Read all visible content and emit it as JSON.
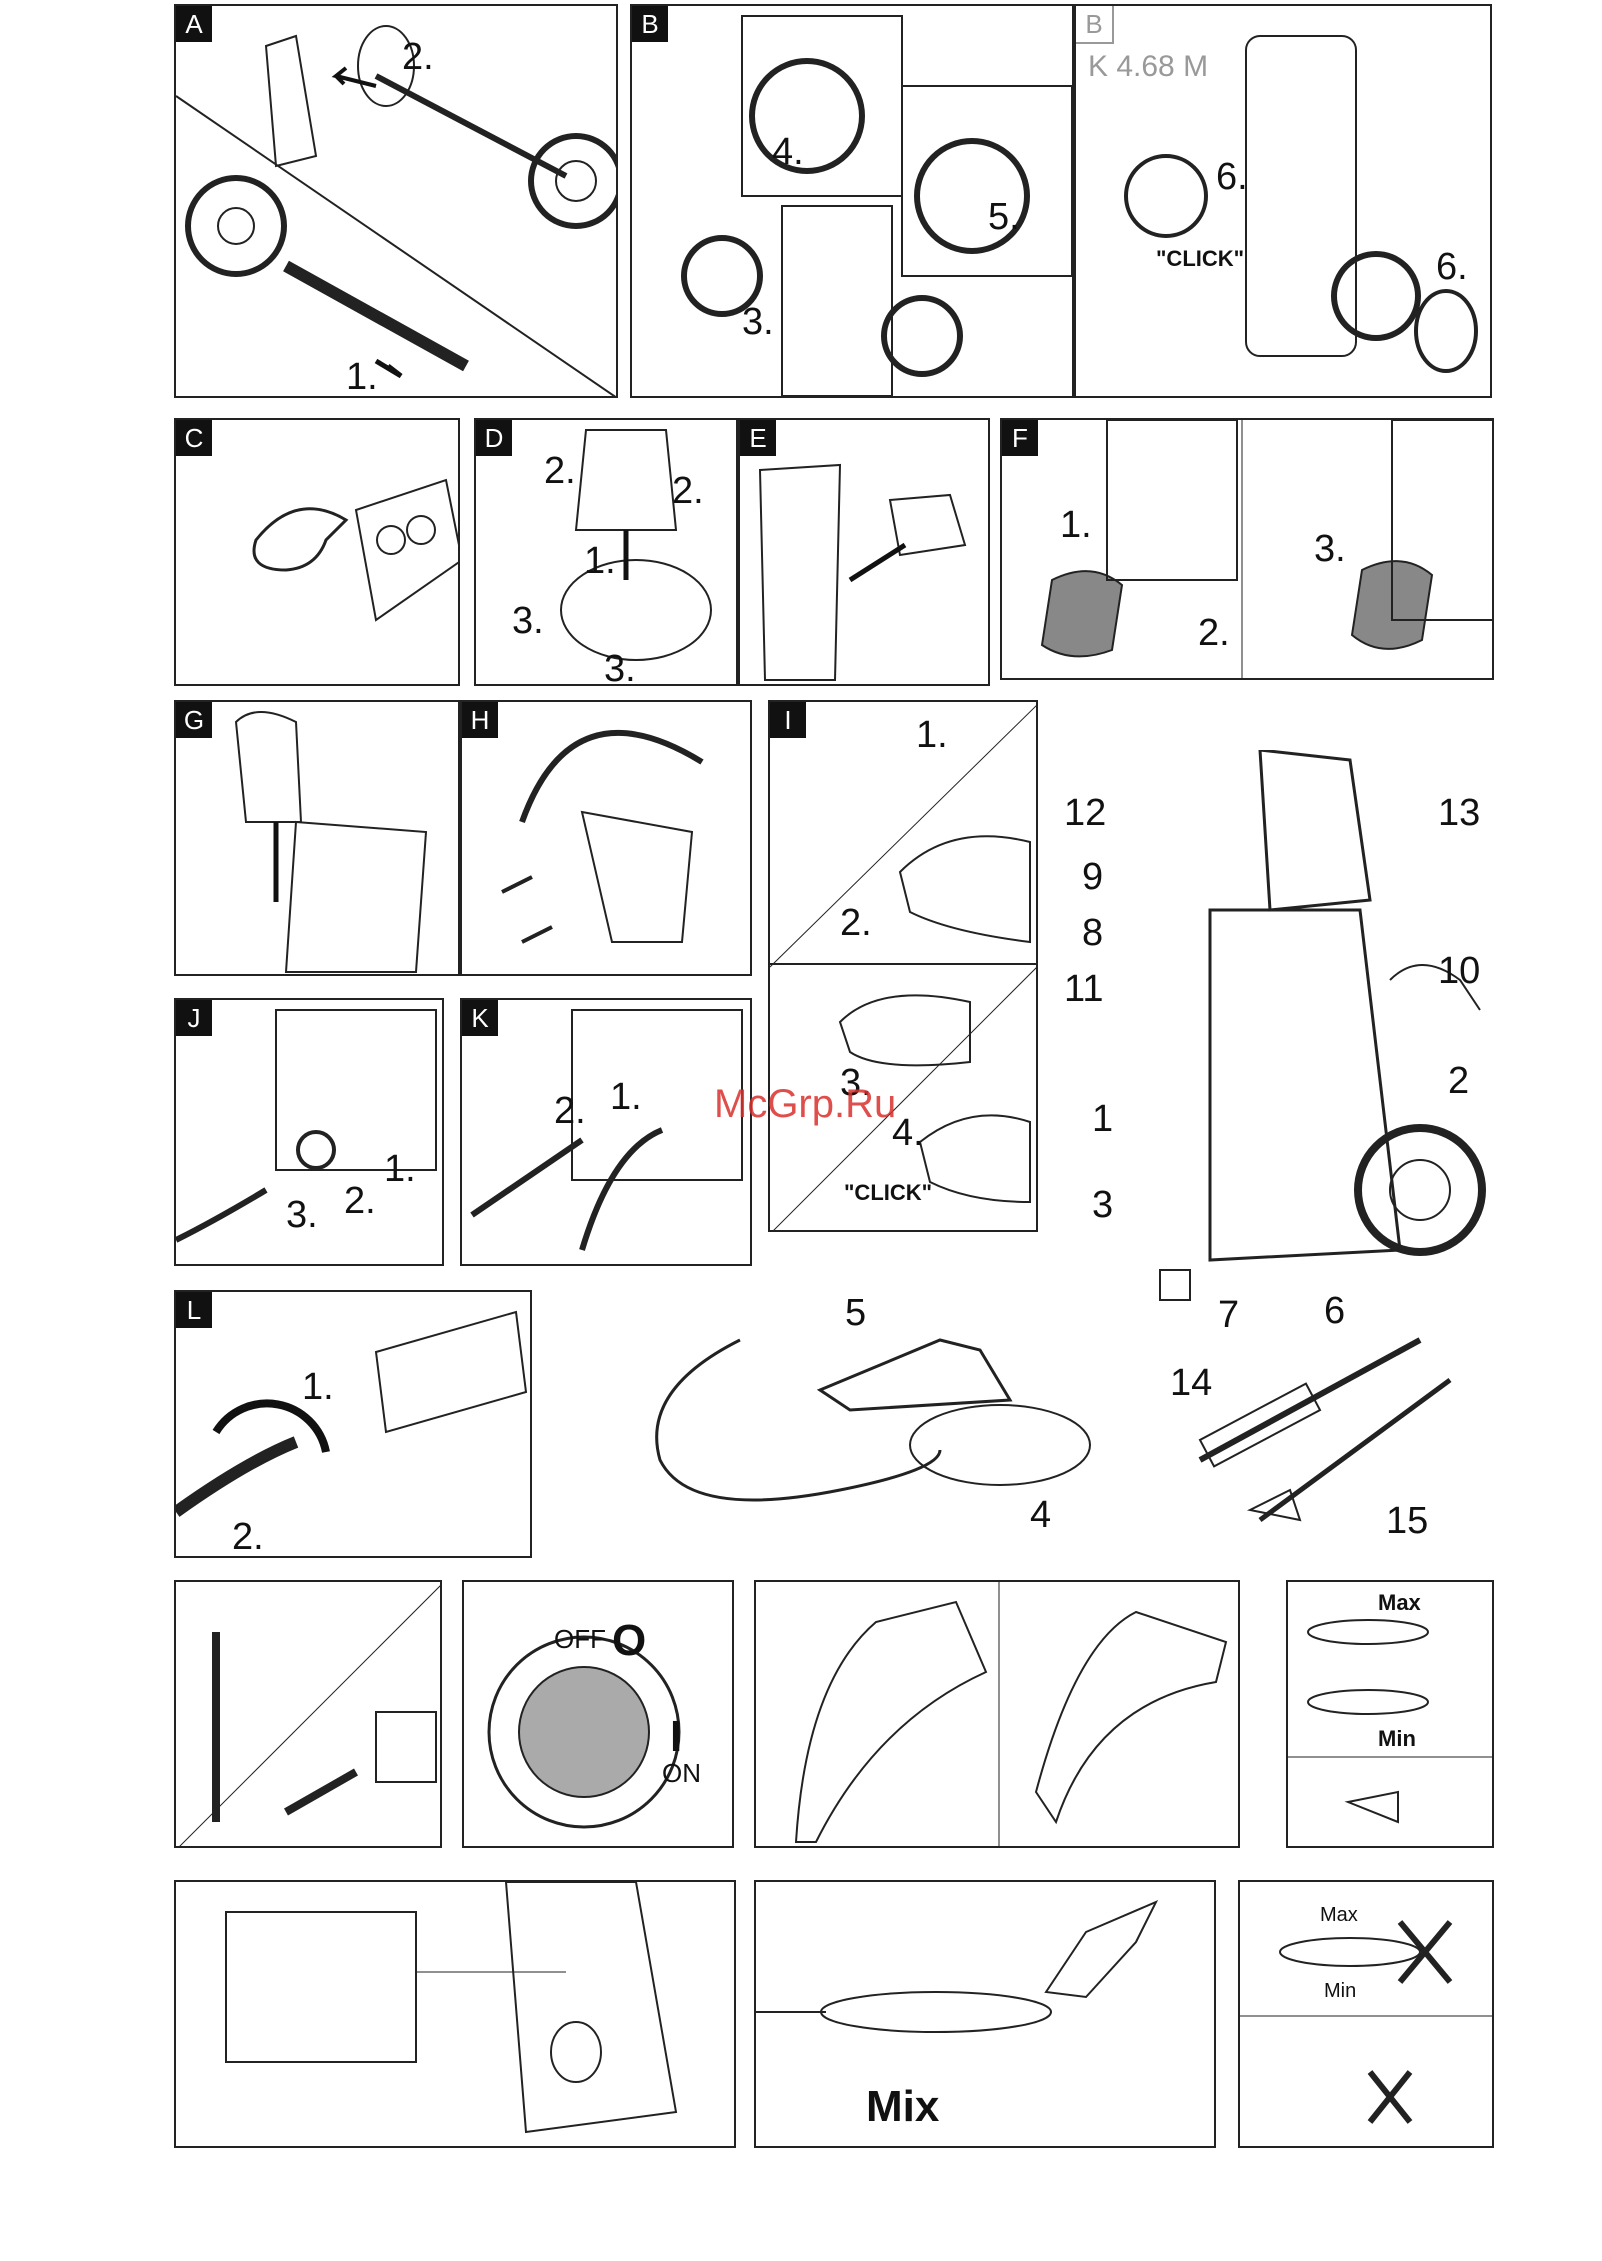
{
  "panels": {
    "A": {
      "tag": "A",
      "steps": [
        "1.",
        "2."
      ]
    },
    "B1": {
      "tag": "B",
      "steps": [
        "3.",
        "4.",
        "5."
      ]
    },
    "B2": {
      "tag": "B",
      "model": "K 4.68 M",
      "steps": [
        "6.",
        "6."
      ],
      "click": "\"CLICK\""
    },
    "C": {
      "tag": "C"
    },
    "D": {
      "tag": "D",
      "steps": [
        "2.",
        "2.",
        "1.",
        "3.",
        "3."
      ]
    },
    "E": {
      "tag": "E"
    },
    "F": {
      "tag": "F",
      "steps": [
        "1.",
        "2.",
        "3."
      ]
    },
    "G": {
      "tag": "G"
    },
    "H": {
      "tag": "H"
    },
    "I": {
      "tag": "I",
      "steps": [
        "1.",
        "2.",
        "3.",
        "4."
      ],
      "click": "\"CLICK\""
    },
    "J": {
      "tag": "J",
      "steps": [
        "1.",
        "2.",
        "3."
      ]
    },
    "K": {
      "tag": "K",
      "steps": [
        "2.",
        "1."
      ]
    },
    "L": {
      "tag": "L",
      "steps": [
        "1.",
        "2."
      ]
    }
  },
  "parts": [
    "1",
    "2",
    "3",
    "4",
    "5",
    "6",
    "7",
    "8",
    "9",
    "10",
    "11",
    "12",
    "13",
    "14",
    "15"
  ],
  "switch": {
    "off": "OFF",
    "off_symbol": "O",
    "on": "ON",
    "on_symbol": "I"
  },
  "nozzle": {
    "max": "Max",
    "min": "Min",
    "mix": "Mix"
  },
  "watermark": "McGrp.Ru"
}
